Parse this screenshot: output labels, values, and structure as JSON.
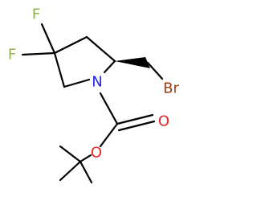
{
  "molecule": {
    "atoms": {
      "fluorine_top": "F",
      "fluorine_left": "F",
      "nitrogen": "N",
      "bromine": "Br",
      "carbonyl_oxygen": "O",
      "ester_oxygen": "O"
    },
    "colors": {
      "fluorine": "#8fb24a",
      "nitrogen": "#2323e6",
      "bromine": "#9b3b0e",
      "oxygen": "#e62323",
      "bond": "#000000"
    }
  }
}
